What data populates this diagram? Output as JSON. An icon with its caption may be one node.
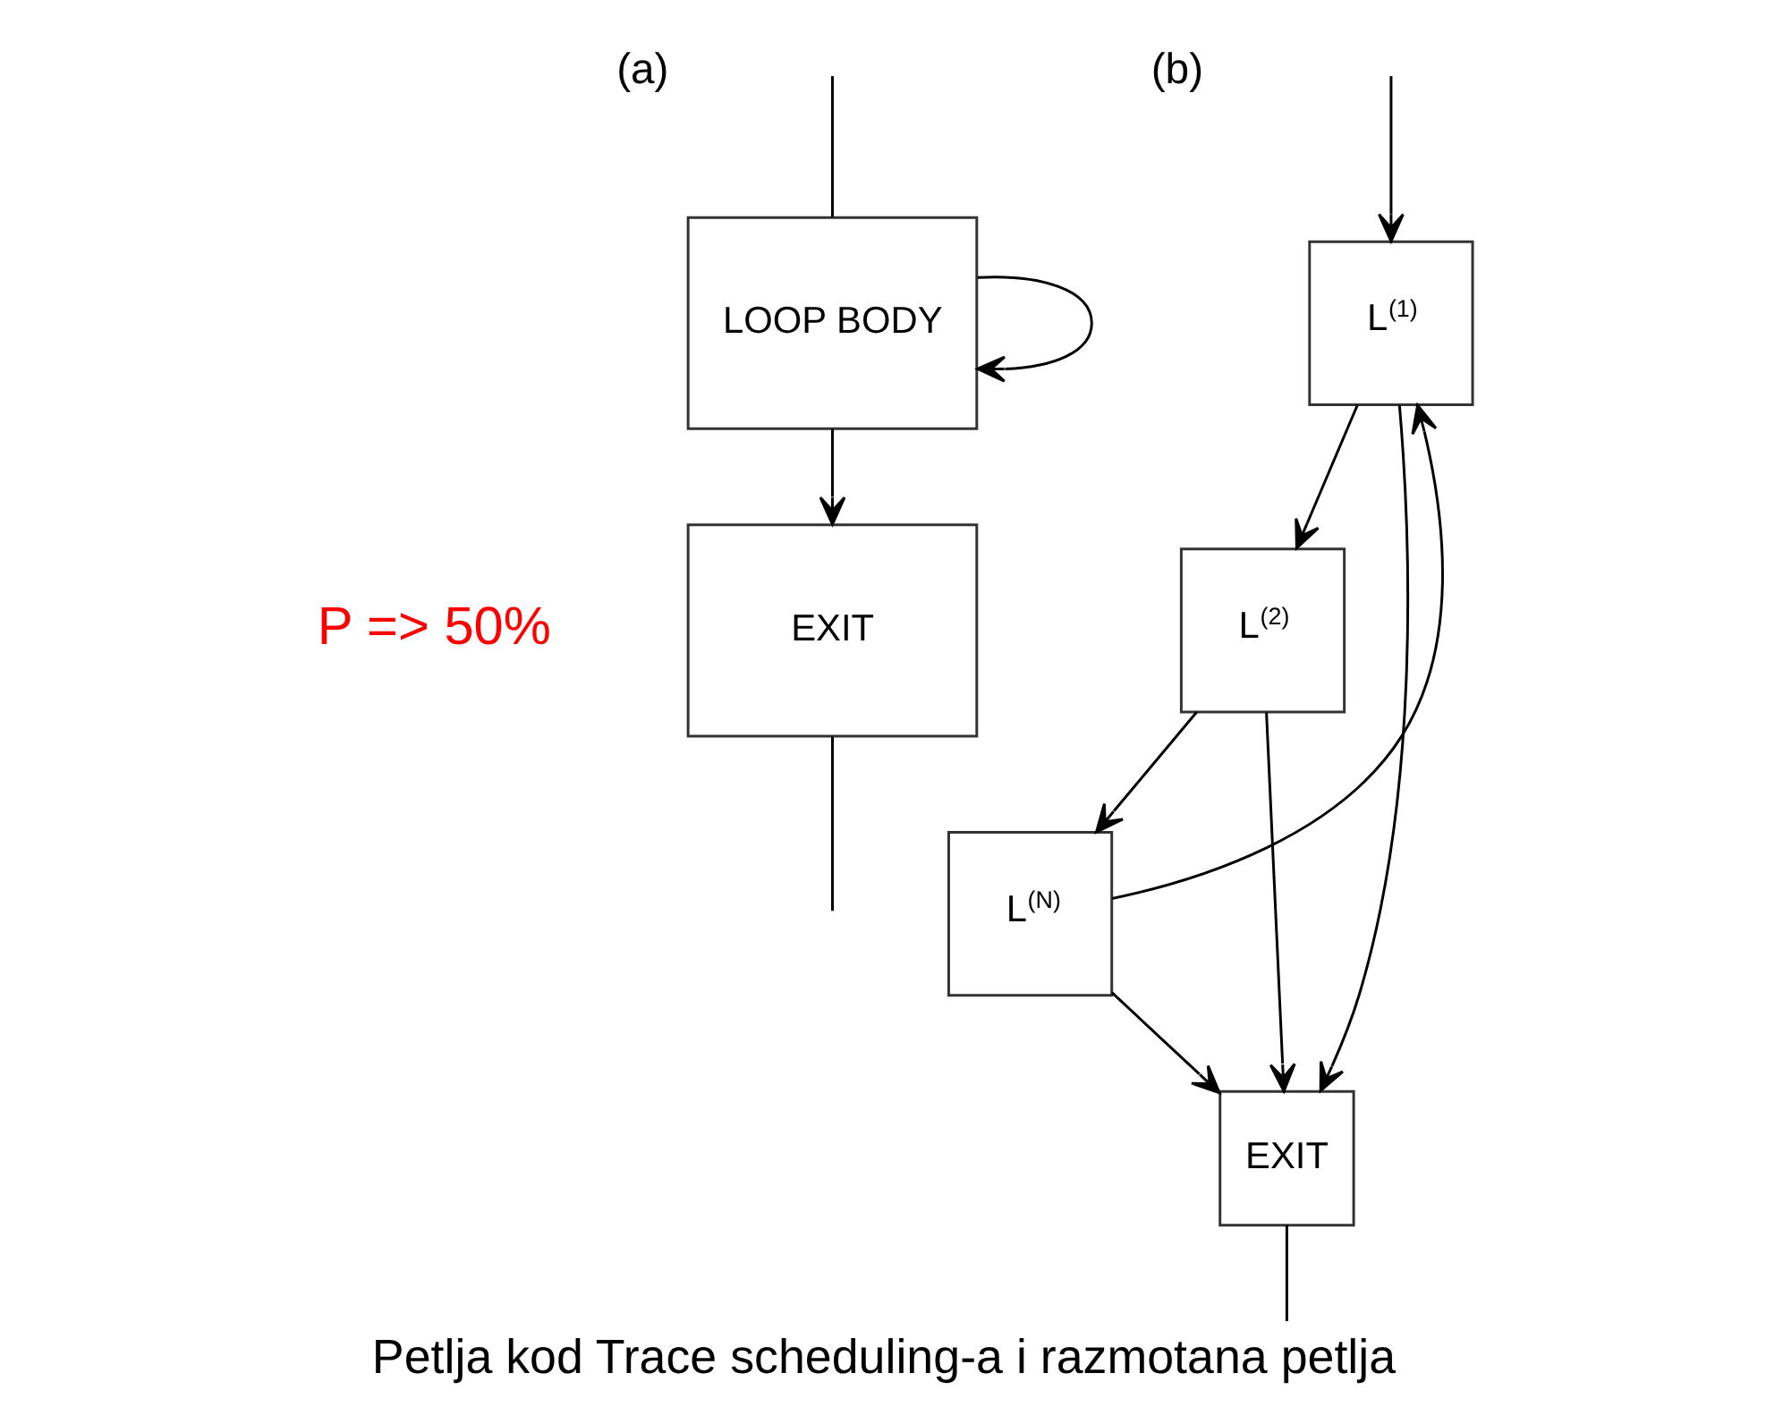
{
  "diagram": {
    "caption": "Petlja kod Trace scheduling-a i razmotana petlja",
    "nodes": [
      {
        "text": [
          "LOOP BODY"
        ]
      },
      {
        "text": [
          "EXIT"
        ]
      },
      {
        "text": [
          "L",
          "(1)"
        ]
      },
      {
        "text": [
          "L",
          "(2)"
        ]
      },
      {
        "text": [
          "L",
          "(N)"
        ]
      },
      {
        "text": [
          "EXIT"
        ]
      }
    ],
    "edges": [
      {
        "from": null,
        "to": 0,
        "arrow": "none"
      },
      {
        "from": 0,
        "to": 0,
        "arrow": "to"
      },
      {
        "from": 0,
        "to": 1,
        "arrow": "to"
      },
      {
        "from": 1,
        "to": null,
        "arrow": "none"
      },
      {
        "from": null,
        "to": 2,
        "arrow": "to"
      },
      {
        "from": 2,
        "to": 3,
        "arrow": "to"
      },
      {
        "from": 3,
        "to": 4,
        "arrow": "to"
      },
      {
        "from": 4,
        "to": 5,
        "arrow": "to"
      },
      {
        "from": 2,
        "to": 5,
        "arrow": "to"
      },
      {
        "from": 3,
        "to": 5,
        "arrow": "to"
      },
      {
        "from": 4,
        "to": 2,
        "arrow": "to"
      },
      {
        "from": 5,
        "to": null,
        "arrow": "none"
      }
    ],
    "labels": [
      "(a)",
      "P => 50%",
      "(b)"
    ]
  }
}
